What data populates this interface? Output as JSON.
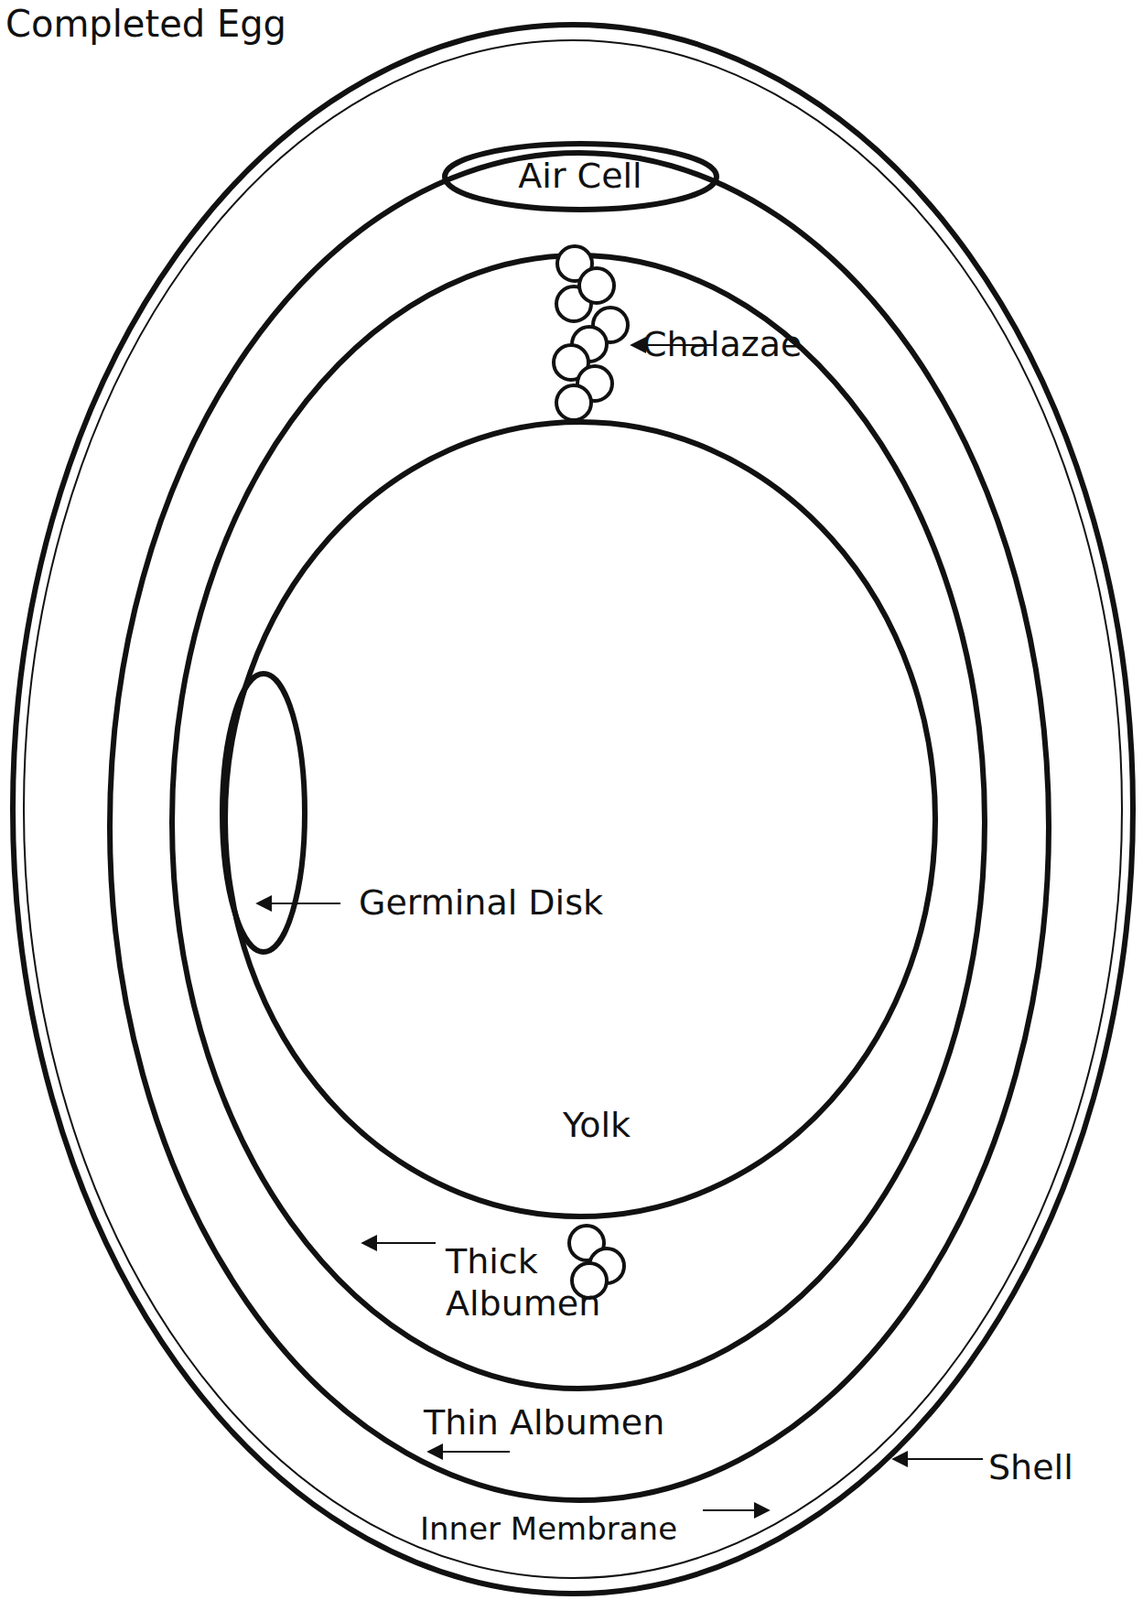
{
  "diagram": {
    "title": "Completed Egg",
    "nodes": [
      {
        "text": [
          "Air Cell"
        ]
      },
      {
        "text": [
          "Yolk"
        ]
      }
    ],
    "labels": [
      "Chalazae",
      "Germinal Disk",
      "Thick Albumen",
      "Thin Albumen",
      "Shell",
      "Inner Membrane"
    ]
  }
}
